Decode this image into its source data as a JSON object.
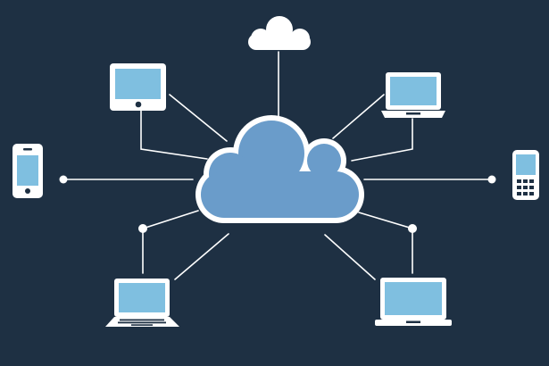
{
  "theme": {
    "background": "#1e3043",
    "outline": "#ffffff",
    "screen": "#7fbfe0",
    "cloud_fill": "#6a9cca",
    "connector": "#ffffff"
  },
  "diagram": {
    "hub": {
      "kind": "cloud",
      "icon": "cloud-icon"
    },
    "nodes": [
      {
        "id": "top-cloud",
        "icon": "small-cloud-icon"
      },
      {
        "id": "top-left-tablet",
        "icon": "tablet-icon"
      },
      {
        "id": "top-right-laptop",
        "icon": "laptop-icon"
      },
      {
        "id": "left-smartphone",
        "icon": "smartphone-icon"
      },
      {
        "id": "right-mobile-phone",
        "icon": "mobile-phone-icon"
      },
      {
        "id": "bottom-left-laptop",
        "icon": "laptop-icon"
      },
      {
        "id": "bottom-right-laptop",
        "icon": "laptop-icon"
      }
    ]
  }
}
